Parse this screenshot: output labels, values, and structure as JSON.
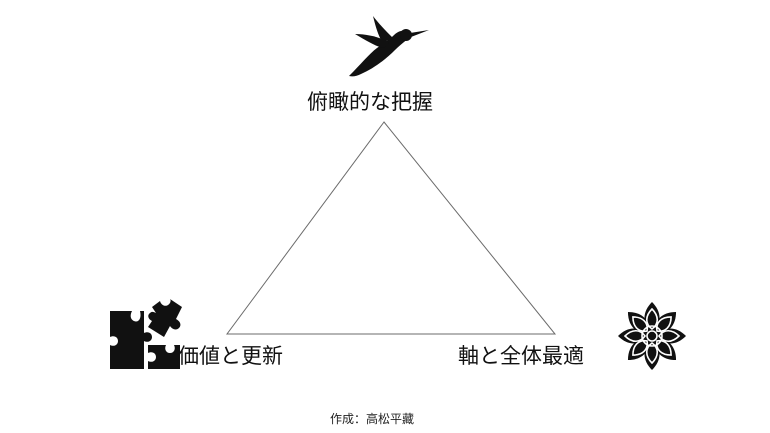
{
  "diagram": {
    "nodes": {
      "top": {
        "label": "俯瞰的な把握",
        "icon": "hummingbird-icon"
      },
      "bottom_left": {
        "label": "価値と更新",
        "icon": "puzzle-icon"
      },
      "bottom_right": {
        "label": "軸と全体最適",
        "icon": "flower-icon"
      }
    },
    "credit": "作成：高松平藏",
    "colors": {
      "ink": "#111111",
      "line": "#6b6b6b",
      "background": "#ffffff"
    }
  }
}
